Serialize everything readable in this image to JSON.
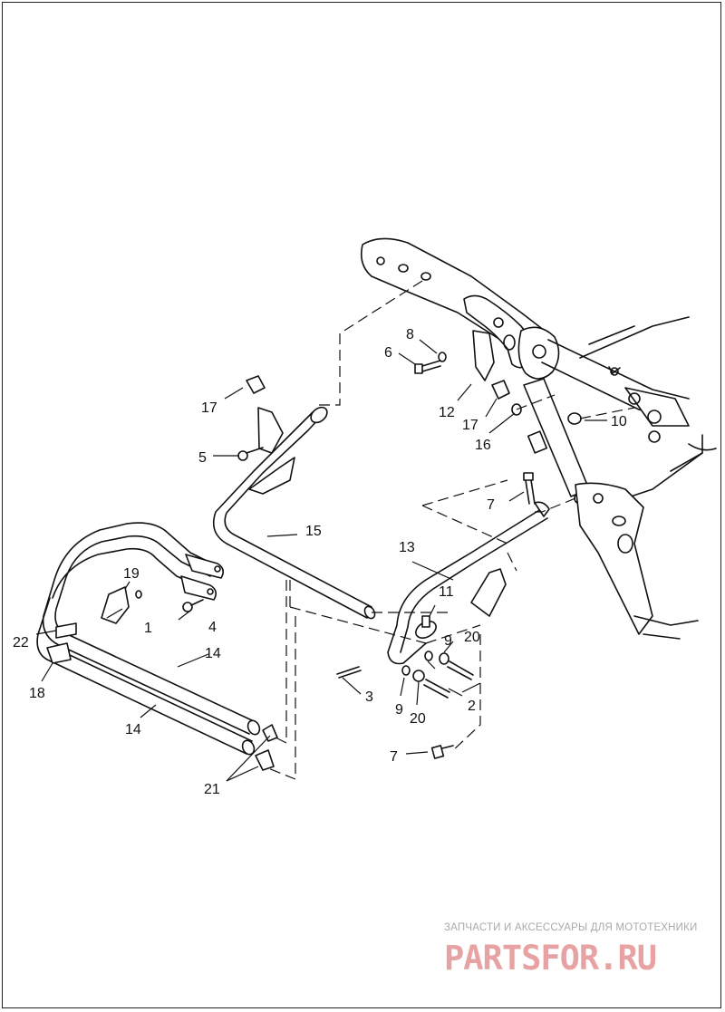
{
  "labels": {
    "p1": "1",
    "p2": "2",
    "p3": "3",
    "p4": "4",
    "p5": "5",
    "p6": "6",
    "p7a": "7",
    "p7b": "7",
    "p8": "8",
    "p9a": "9",
    "p9b": "9",
    "p10": "10",
    "p11": "11",
    "p12": "12",
    "p13": "13",
    "p14a": "14",
    "p14b": "14",
    "p15": "15",
    "p16": "16",
    "p17a": "17",
    "p17b": "17",
    "p18": "18",
    "p19": "19",
    "p20a": "20",
    "p20b": "20",
    "p21": "21",
    "p22": "22"
  },
  "watermark": {
    "subtitle": "ЗАПЧАСТИ И АКСЕССУАРЫ ДЛЯ МОТОТЕХНИКИ",
    "logo_text": "PARTSFOR.RU",
    "color_subtitle": "#a9a9a9",
    "color_logo": "#e7a3a3"
  }
}
